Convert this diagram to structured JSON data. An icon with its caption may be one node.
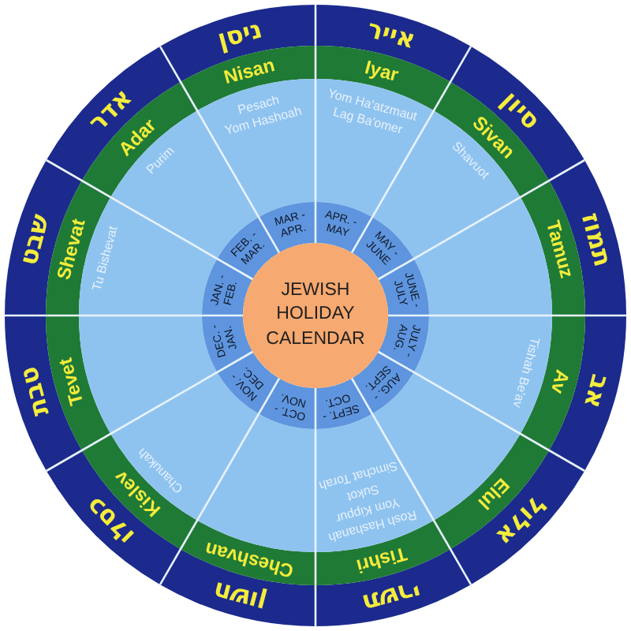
{
  "diagram": {
    "title": "JEWISH HOLIDAY CALENDAR",
    "labels": [
      "ניסן",
      "Nisan",
      "Pesach",
      "Yom Hashoah",
      "MAR - APR.",
      "אייר",
      "Iyar",
      "Yom Ha'atzmaut",
      "Lag Ba'omer",
      "APR. - MAY",
      "סיון",
      "Sivan",
      "Shavuot",
      "MAY - JUNE",
      "תמוז",
      "Tamuz",
      "JUNE - JULY",
      "אב",
      "Av",
      "Tishah Be'av",
      "JULY - AUG.",
      "אלול",
      "Elul",
      "AUG. - SEPT.",
      "תשרי",
      "Tishri",
      "Rosh Hashanah",
      "Yom Kippur",
      "Sukot",
      "Simchat Torah",
      "SEPT. - OCT.",
      "חשון",
      "Cheshvan",
      "OCT. - NOV.",
      "כסלו",
      "Kislev",
      "Chanukah",
      "NOV. - DEC.",
      "טבת",
      "Tevet",
      "DEC. - JAN.",
      "שבט",
      "Shevat",
      "Tu Bishevat",
      "JAN. - FEB.",
      "אדר",
      "Adar",
      "Purim",
      "FEB. - MAR."
    ]
  }
}
